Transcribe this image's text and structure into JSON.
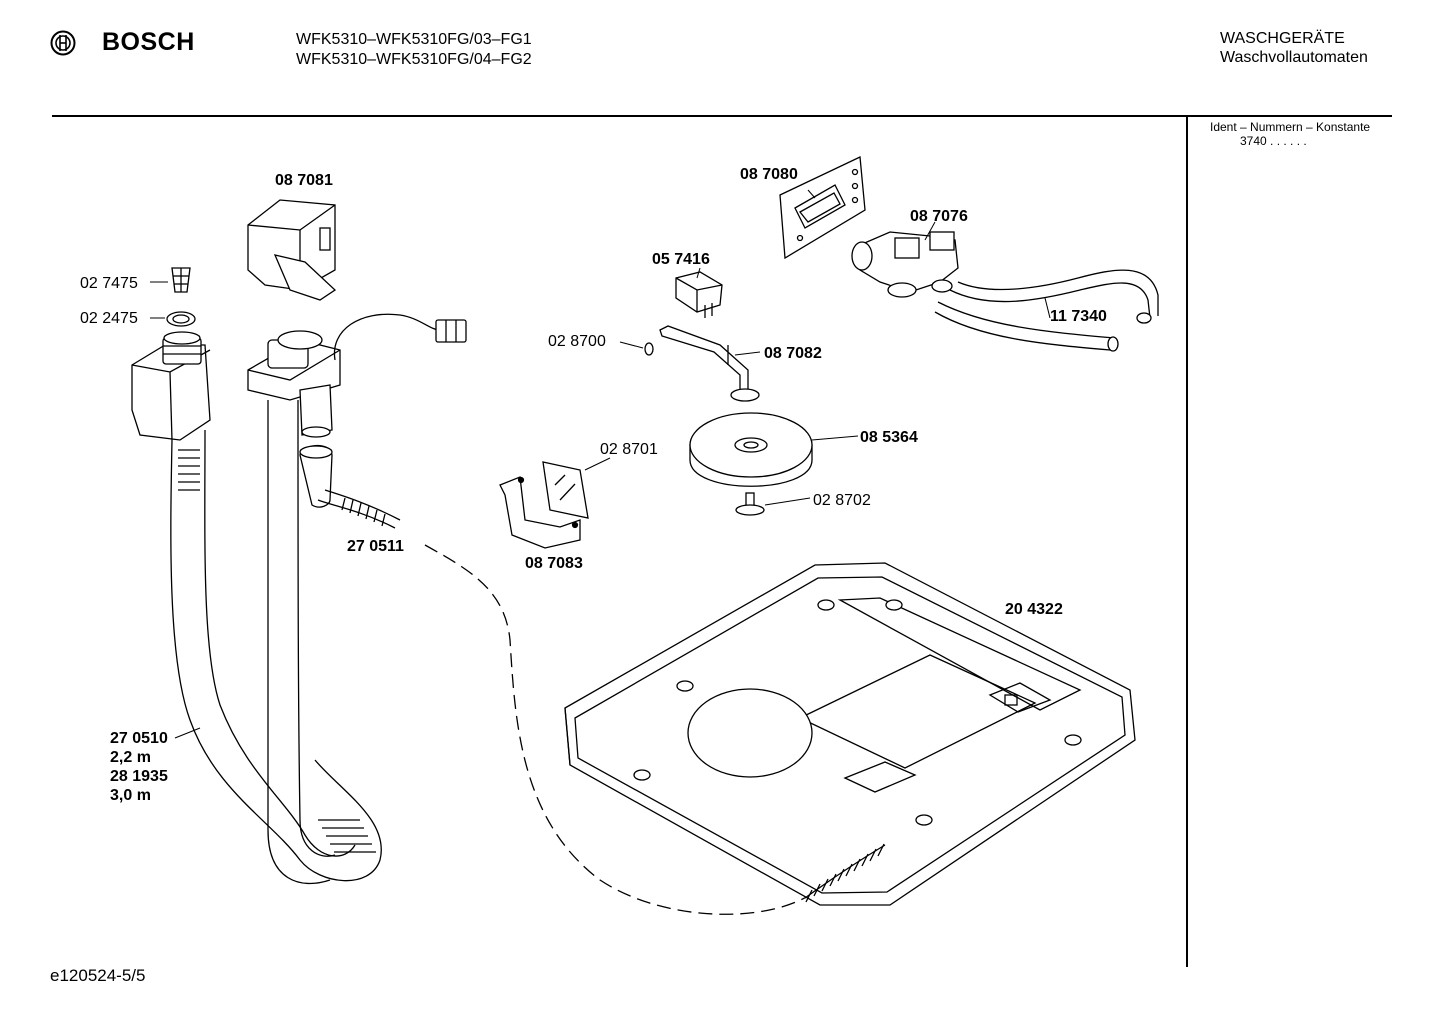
{
  "header": {
    "brand": "BOSCH",
    "models": [
      "WFK5310–WFK5310FG/03–FG1",
      "WFK5310–WFK5310FG/04–FG2"
    ],
    "category": "WASCHGERÄTE",
    "subcategory": "Waschvollautomaten"
  },
  "ident": {
    "label": "Ident – Nummern – Konstante",
    "value": "3740 .  .  .  .  .  ."
  },
  "footer": {
    "doc_id": "e120524-5/5"
  },
  "parts": {
    "p087081": "08 7081",
    "p027475": "02 7475",
    "p022475": "02 2475",
    "p087080": "08 7080",
    "p087076": "08 7076",
    "p057416": "05 7416",
    "p117340": "11 7340",
    "p028700": "02 8700",
    "p087082": "08 7082",
    "p085364": "08 5364",
    "p028701": "02 8701",
    "p028702": "02 8702",
    "p270511": "27 0511",
    "p087083": "08 7083",
    "p204322": "20 4322",
    "p270510": "27 0510",
    "len_22": "2,2 m",
    "p281935": "28 1935",
    "len_30": "3,0 m"
  }
}
